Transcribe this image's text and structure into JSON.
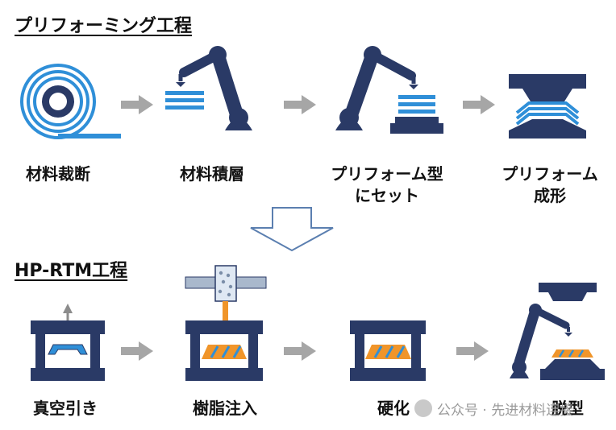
{
  "preforming": {
    "heading": "プリフォーミング工程",
    "steps": [
      {
        "icon": "roll-icon",
        "lines": [
          "材料裁断"
        ]
      },
      {
        "icon": "robot-stacking-icon",
        "lines": [
          "材料積層"
        ]
      },
      {
        "icon": "robot-mold-set-icon",
        "lines": [
          "プリフォーム型",
          "にセット"
        ]
      },
      {
        "icon": "preform-press-icon",
        "lines": [
          "プリフォーム",
          "成形"
        ]
      }
    ]
  },
  "hprtm": {
    "heading": "HP-RTM工程",
    "steps": [
      {
        "icon": "vacuum-mold-icon",
        "lines": [
          "真空引き"
        ]
      },
      {
        "icon": "resin-injection-icon",
        "lines": [
          "樹脂注入"
        ]
      },
      {
        "icon": "curing-mold-icon",
        "lines": [
          "硬化"
        ]
      },
      {
        "icon": "robot-demold-icon",
        "lines": [
          "脱型"
        ]
      }
    ]
  },
  "watermark": "公众号 · 先进材料连接",
  "colors": {
    "navy": "#2a3a66",
    "blue": "#2f8fd8",
    "arrow_gray": "#a6a6a6",
    "orange": "#f0952a",
    "down_arrow_stroke": "#5b7fb0"
  }
}
